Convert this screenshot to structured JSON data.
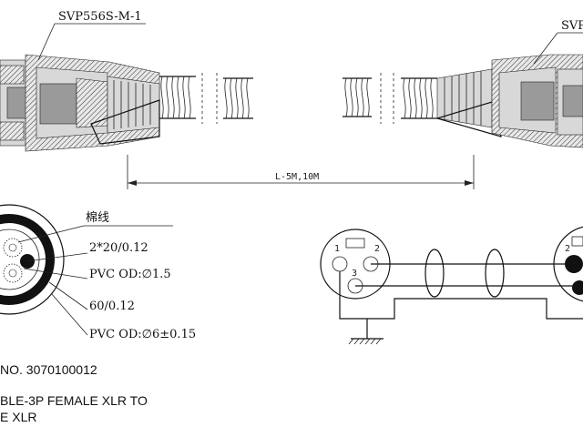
{
  "top": {
    "left_part_label": "SVP556S-M-1",
    "right_part_label": "SVP",
    "length_label": "L-5M,10M"
  },
  "cross_section": {
    "title": "棉线",
    "labels": [
      "2*20/0.12",
      "PVC OD:∅1.5",
      "60/0.12",
      "PVC OD:∅6±0.15"
    ]
  },
  "wiring": {
    "left_pins": [
      "1",
      "2",
      "3"
    ],
    "right_pins": [
      "2"
    ]
  },
  "notes": {
    "part_no": "NO. 3070100012",
    "desc_line1": "BLE-3P FEMALE XLR TO",
    "desc_line2": "E XLR"
  }
}
